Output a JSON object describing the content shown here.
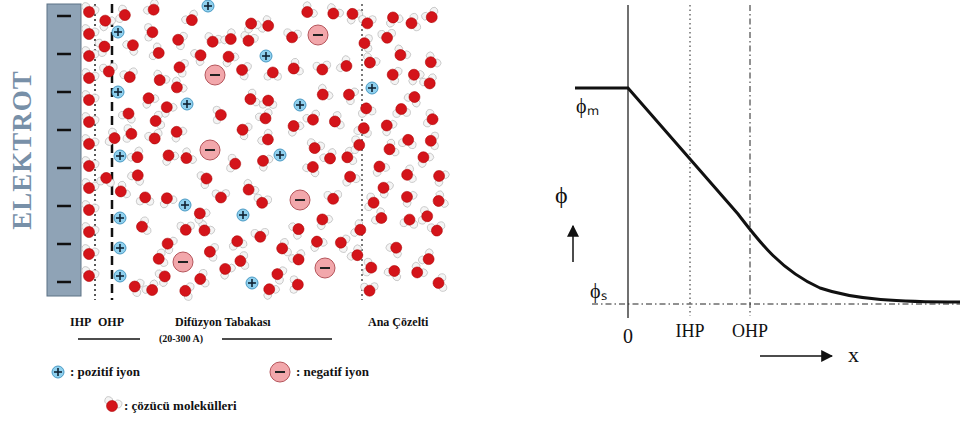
{
  "diagram": {
    "labels": [
      "ELEKTROT",
      "IHP",
      "OHP",
      "Difüzyon Tabakası",
      "Ana Çözelti",
      "(20-300 A)",
      "ϕₘ",
      "ϕ",
      "ϕₛ",
      "0",
      "IHP",
      "OHP",
      "x"
    ],
    "legend": [
      {
        "text": ": pozitif iyon"
      },
      {
        "text": ": negatif iyon"
      },
      {
        "text": ": çözücü molekülleri"
      }
    ]
  }
}
